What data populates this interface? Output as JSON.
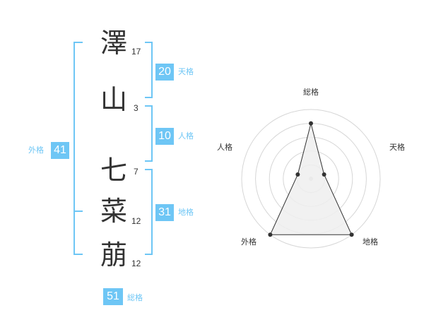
{
  "name": {
    "characters": [
      {
        "char": "澤",
        "strokes": "17"
      },
      {
        "char": "山",
        "strokes": "3"
      },
      {
        "char": "七",
        "strokes": "7"
      },
      {
        "char": "菜",
        "strokes": "12"
      },
      {
        "char": "萠",
        "strokes": "12"
      }
    ]
  },
  "fortune": {
    "tenkaku": {
      "value": "20",
      "label": "天格"
    },
    "jinkaku": {
      "value": "10",
      "label": "人格"
    },
    "chikaku": {
      "value": "31",
      "label": "地格"
    },
    "gaikaku": {
      "value": "41",
      "label": "外格"
    },
    "soukaku": {
      "value": "51",
      "label": "総格"
    }
  },
  "radar": {
    "axes": [
      "総格",
      "天格",
      "地格",
      "外格",
      "人格"
    ],
    "levels": [
      4,
      1,
      5,
      5,
      1
    ],
    "max_level": 5,
    "colors": {
      "grid": "#d6d6d6",
      "fill": "#eeeeee",
      "line": "#333333",
      "point": "#333333"
    }
  },
  "colors": {
    "accent": "#6ec6f5",
    "text": "#333333"
  }
}
